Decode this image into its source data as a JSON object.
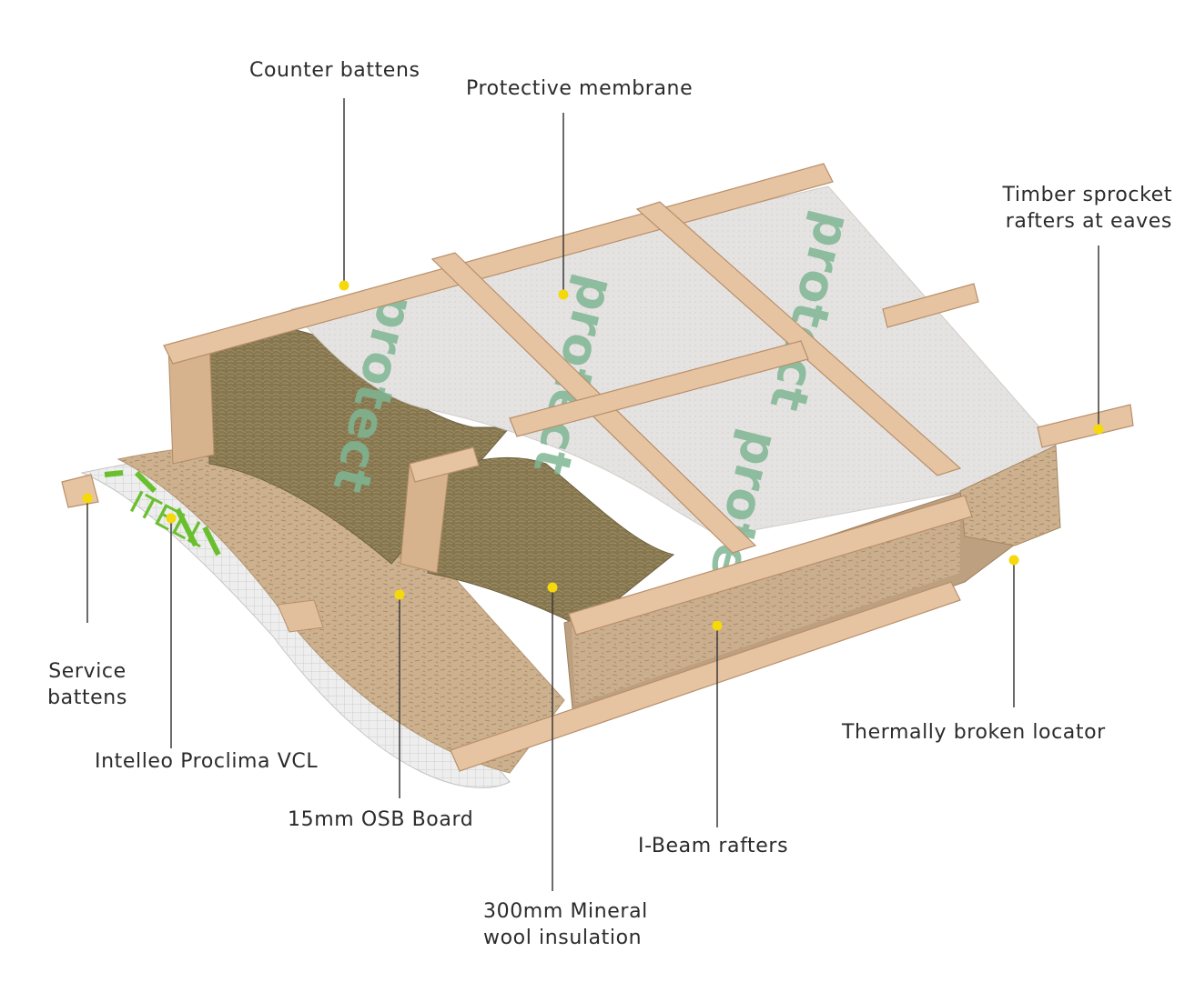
{
  "labels": {
    "counter_battens": "Counter battens",
    "protective_membrane": "Protective membrane",
    "timber_sprocket_line1": "Timber sprocket",
    "timber_sprocket_line2": "rafters at eaves",
    "service_battens_line1": "Service",
    "service_battens_line2": "battens",
    "intelleo_vcl": "Intelleo Proclima VCL",
    "osb_board": "15mm OSB Board",
    "mineral_wool_line1": "300mm Mineral",
    "mineral_wool_line2": "wool insulation",
    "i_beam_rafters": "I-Beam rafters",
    "thermally_broken_locator": "Thermally broken locator"
  },
  "membrane_print": {
    "top_text": "protect",
    "vcl_text": "ITELL"
  },
  "colors": {
    "marker": "#f5d90a",
    "leader_line": "#3a3a3a",
    "timber": "#e6c4a2",
    "timber_dark": "#c89d78",
    "membrane": "#e4e2e0",
    "membrane_print": "#7fb694",
    "insulation": "#8a7b55",
    "osb": "#cfb493",
    "vcl_green": "#6abf2e"
  }
}
